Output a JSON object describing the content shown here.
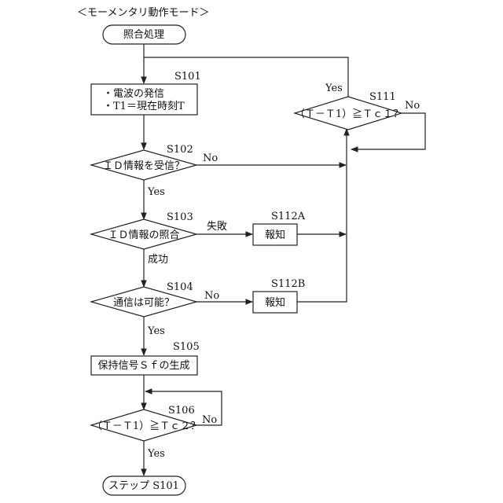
{
  "header": "＜モーメンタリ動作モード＞",
  "start": "照合処理",
  "end": "ステップ S101",
  "steps": {
    "s101": {
      "id": "S101",
      "line1": "・電波の発信",
      "line2": "・T1＝現在時刻T"
    },
    "s102": {
      "id": "S102",
      "text": "ＩＤ情報を受信？"
    },
    "s103": {
      "id": "S103",
      "text": "ＩＤ情報の照合"
    },
    "s104": {
      "id": "S104",
      "text": "通信は可能？"
    },
    "s105": {
      "id": "S105",
      "text": "保持信号Ｓｆの生成"
    },
    "s106": {
      "id": "S106",
      "text": "（Ｔ－Ｔ1）≧Ｔｃ２？"
    },
    "s111": {
      "id": "S111",
      "text": "（Ｔ－Ｔ1）≧Ｔｃ１？"
    },
    "s112a": {
      "id": "S112A",
      "text": "報知"
    },
    "s112b": {
      "id": "S112B",
      "text": "報知"
    }
  },
  "labels": {
    "s102_no": "No",
    "s102_yes": "Yes",
    "s103_fail": "失敗",
    "s103_success": "成功",
    "s104_no": "No",
    "s104_yes": "Yes",
    "s106_no": "No",
    "s106_yes": "Yes",
    "s111_yes": "Yes",
    "s111_no": "No"
  }
}
